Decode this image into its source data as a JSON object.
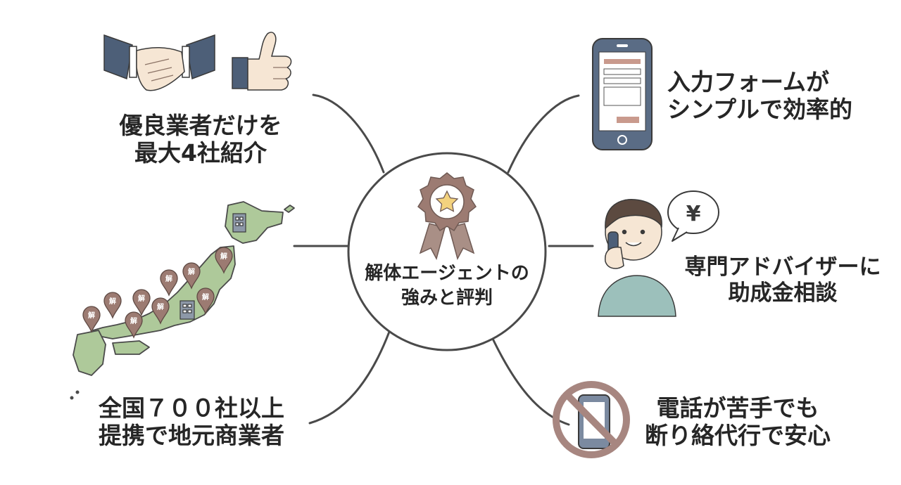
{
  "center": {
    "line1": "解体エージェントの",
    "line2": "強みと評判"
  },
  "branches": {
    "top_left": {
      "line1": "優良業者だけを",
      "line2": "最大4社紹介"
    },
    "top_right": {
      "line1": "入力フォームが",
      "line2": "シンプルで効率的"
    },
    "mid_right": {
      "line1": "専門アドバイザーに",
      "line2": "助成金相談"
    },
    "bottom_left": {
      "line1": "全国７００社以上",
      "line2": "提携で地元商業者"
    },
    "bottom_right": {
      "line1": "電話が苦手でも",
      "line2": "断り絡代行で安心"
    }
  },
  "icons": {
    "speech_bubble_symbol": "¥",
    "map_pin_glyph": "解"
  },
  "colors": {
    "line": "#4a4a4a",
    "text": "#262626",
    "accent_brown": "#9c7b72",
    "suit_blue": "#4d5f78",
    "map_green": "#aec99a",
    "star_yellow": "#f3d27e",
    "shirt_teal": "#9cc0bb",
    "prohibit_red": "#a78680"
  }
}
